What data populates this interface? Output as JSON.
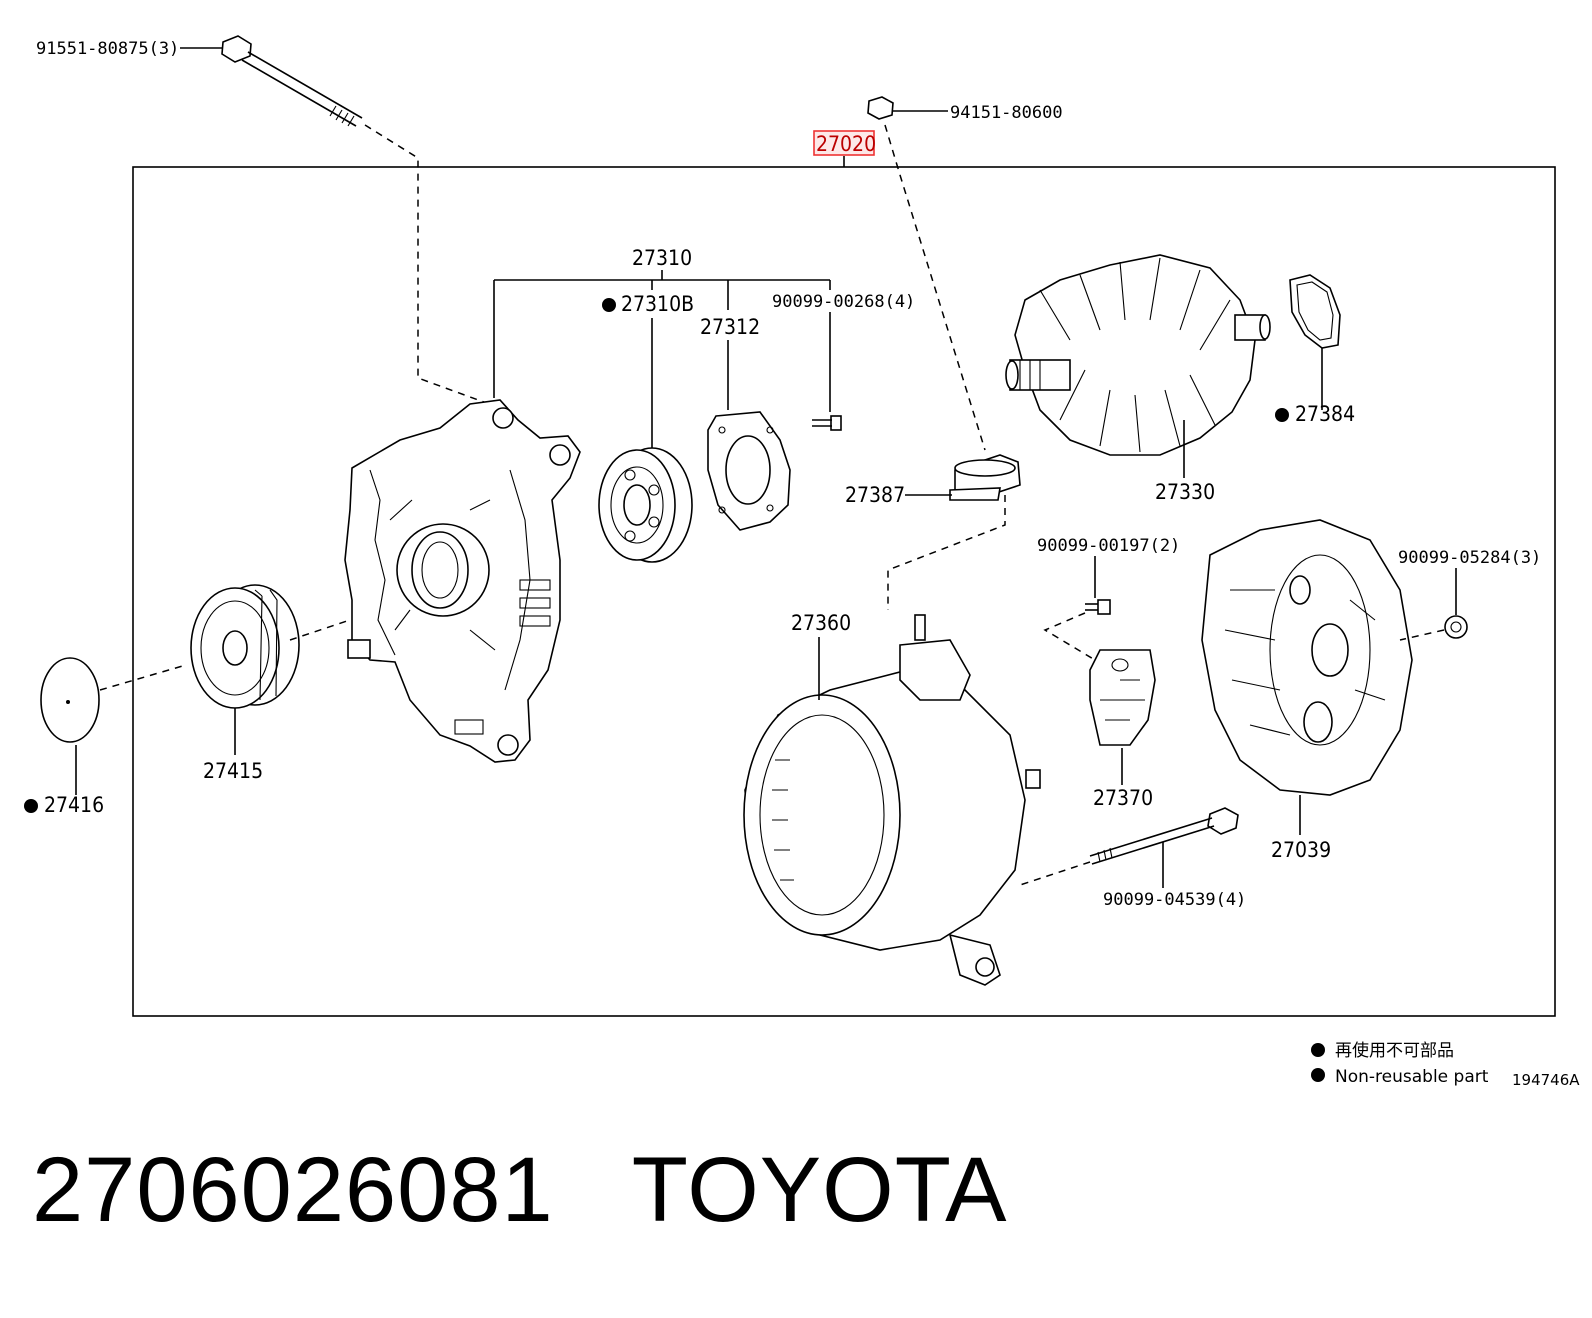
{
  "diagram": {
    "callouts": {
      "bolt_top": "91551-80875(3)",
      "nut_top": "94151-80600",
      "assembly": "27020",
      "frame_group": "27310",
      "bearing": "27310B",
      "retainer": "27312",
      "screw_small": "90099-00268(4)",
      "rotor": "27330",
      "ring": "27384",
      "brush": "27387",
      "pulley": "27415",
      "cap": "27416",
      "stator": "27360",
      "screw_mid": "90099-00197(2)",
      "regulator": "27370",
      "nut_right": "90099-05284(3)",
      "cover": "27039",
      "bolt_long": "90099-04539(4)"
    },
    "legend": {
      "line_cn": "再使用不可部品",
      "line_en": "Non-reusable part",
      "figure_ref": "194746A"
    }
  },
  "caption": {
    "part_number": "2706026081",
    "brand": "TOYOTA"
  }
}
